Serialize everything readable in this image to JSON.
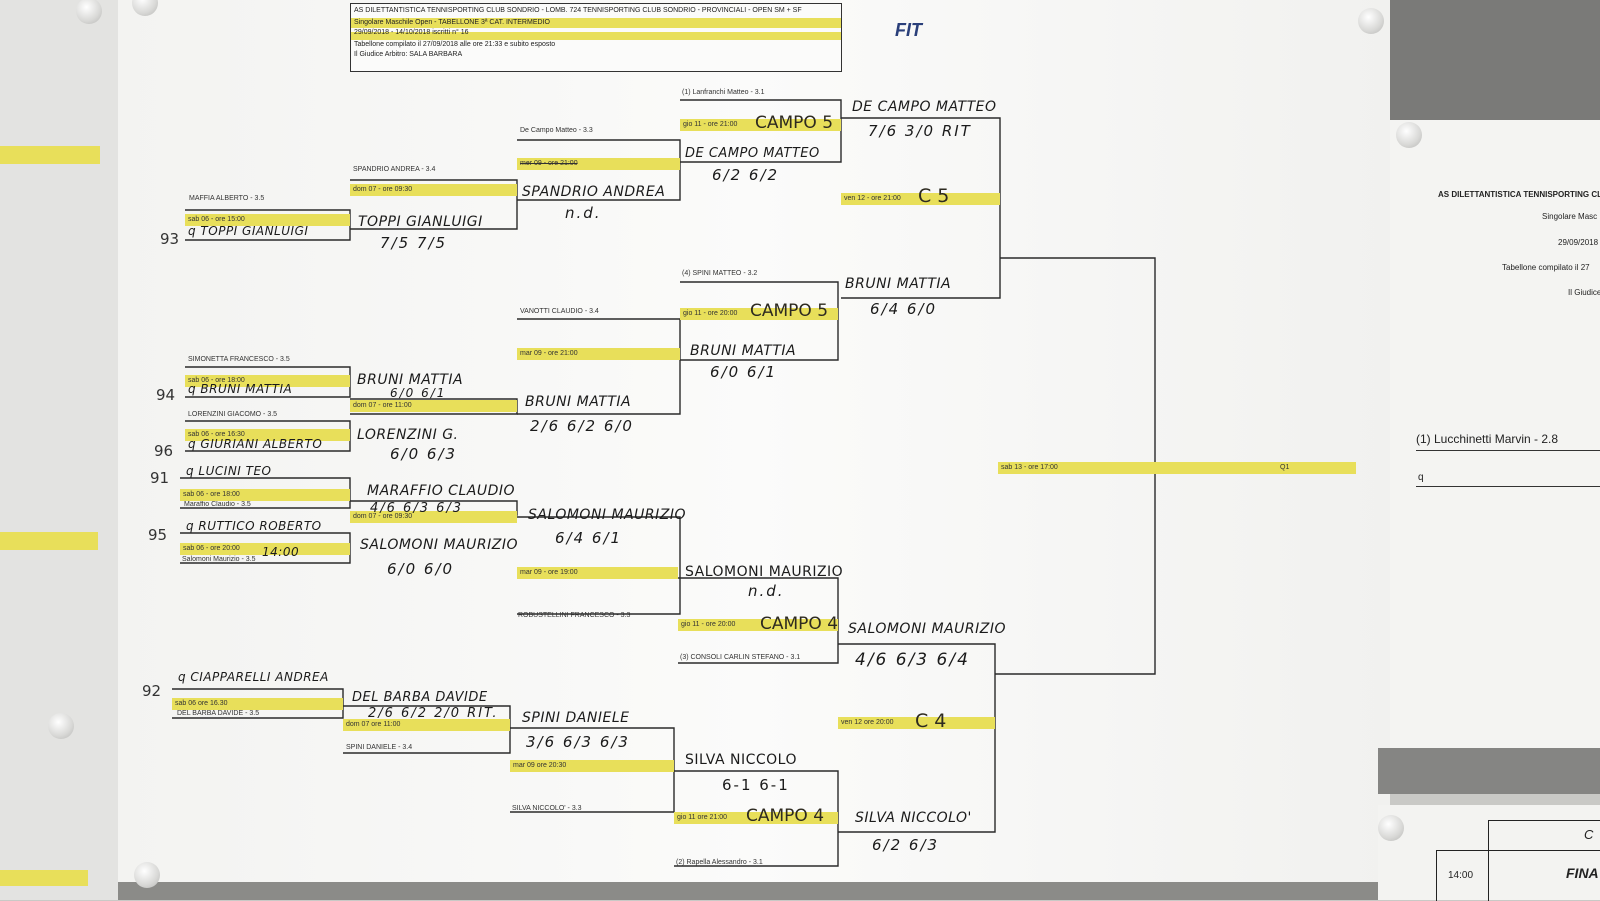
{
  "header": {
    "line1": "AS DILETTANTISTICA TENNISPORTING CLUB SONDRIO - LOMB. 724 TENNISPORTING CLUB SONDRIO - PROVINCIALI - OPEN SM + SF",
    "line2": "Singolare Maschile Open - TABELLONE 3ª CAT. INTERMEDIO",
    "line3": "29/09/2018 - 14/10/2018   iscritti n° 16",
    "line4": "Tabellone compilato il 27/09/2018 alle ore 21:33 e subito esposto",
    "line5": "Il Giudice Arbitro: SALA BARBARA",
    "logo": "FIT"
  },
  "side_sheet": {
    "title": "AS DILETTANTISTICA TENNISPORTING CLUB",
    "sub": "Singolare Masc",
    "date": "29/09/2018",
    "compiled": "Tabellone compilato il 27",
    "judge": "Il Giudice",
    "player": "(1) Lucchinetti Marvin - 2.8",
    "q": "q"
  },
  "bottom_sheet": {
    "time": "14:00",
    "label": "FINA",
    "corner": "C"
  },
  "final": {
    "schedule": "sab 13 - ore 17:00",
    "label": "Q1"
  },
  "printed": {
    "p1": "MAFFIA ALBERTO - 3.5",
    "p2": "SPANDRIO ANDREA - 3.4",
    "p3": "De Campo Matteo - 3.3",
    "p4": "(1) Lanfranchi Matteo - 3.1",
    "p5": "(4) SPINI MATTEO - 3.2",
    "p6": "VANOTTI CLAUDIO - 3.4",
    "p7": "SIMONETTA FRANCESCO - 3.5",
    "p8": "LORENZINI GIACOMO - 3.5",
    "p9": "Maraffio Claudio - 3.5",
    "p10": "Salomoni Maurizio - 3.5",
    "p11": "ROBUSTELLINI FRANCESCO - 3.3",
    "p12": "(3) CONSOLI CARLIN STEFANO - 3.1",
    "p13": "DEL BARBA DAVIDE - 3.5",
    "p14": "SPINI DANIELE - 3.4",
    "p15": "SILVA NICCOLO' - 3.3",
    "p16": "(2) Rapella Alessandro - 3.1"
  },
  "schedules": {
    "s1": "sab 06 - ore 15:00",
    "s2": "dom 07 - ore 09:30",
    "s3": "mer 09 - ore 21:00",
    "s4": "gio 11 - ore 21:00",
    "s5": "ven 12 - ore 21:00",
    "s6": "gio 11 - ore 20:00",
    "s7": "mar 09 - ore 21:00",
    "s8": "sab 06 - ore 18:00",
    "s9": "dom 07 - ore 11:00",
    "s10": "sab 06 - ore 16:30",
    "s11": "sab 06 - ore 18:00",
    "s12": "dom 07 - ore 09:30",
    "s13": "sab 06 - ore 20:00",
    "s14": "mar 09 - ore 19:00",
    "s15": "gio 11 - ore 20:00",
    "s16": "ven 12 ore 20:00",
    "s17": "sab 06 ore 16.30",
    "s18": "dom 07 ore 11:00",
    "s19": "mar 09 ore 20:30",
    "s20": "gio 11 ore 21:00"
  },
  "handwritten": {
    "h1": "q TOPPI GIANLUIGI",
    "h2": "TOPPI GIANLUIGI",
    "h3": "7/5  7/5",
    "h4": "SPANDRIO ANDREA",
    "h5": "n.d.",
    "h6": "DE CAMPO MATTEO",
    "h7": "6/2  6/2",
    "h8": "DE CAMPO MATTEO",
    "h9": "7/6  3/0 RIT",
    "h10": "q BRUNI MATTIA",
    "h11": "BRUNI MATTIA",
    "h12": "6/0  6/1",
    "h13": "q GIURIANI ALBERTO",
    "h14": "LORENZINI G.",
    "h15": "6/0  6/3",
    "h16": "BRUNI MATTIA",
    "h17": "2/6  6/2  6/0",
    "h18": "BRUNI MATTIA",
    "h19": "6/0  6/1",
    "h20": "BRUNI MATTIA",
    "h21": "6/4  6/0",
    "h22": "q LUCINI TEO",
    "h23": "MARAFFIO CLAUDIO",
    "h24": "4/6  6/3 6/3",
    "h25": "q RUTTICO ROBERTO",
    "h26": "SALOMONI MAURIZIO",
    "h27": "6/0  6/0",
    "h28": "SALOMONI MAURIZIO",
    "h29": "6/4  6/1",
    "h30": "SALOMONI MAURIZIO",
    "h31": "n.d.",
    "h32": "SALOMONI MAURIZIO",
    "h33": "4/6  6/3  6/4",
    "h34": "q CIAPPARELLI ANDREA",
    "h35": "DEL BARBA DAVIDE",
    "h36": "2/6  6/2  2/0 RIT.",
    "h37": "SPINI DANIELE",
    "h38": "3/6  6/3  6/3",
    "h39": "SILVA NICCOLO",
    "h40": "6-1  6-1",
    "h41": "SILVA NICCOLO'",
    "h42": "6/2  6/3",
    "h43": "14:00"
  },
  "seeds": {
    "n93": "93",
    "n94": "94",
    "n96": "96",
    "n91": "91",
    "n95": "95",
    "n92": "92"
  },
  "courts": {
    "c1": "CAMPO 5",
    "c2": "C 5",
    "c3": "CAMPO 5",
    "c4": "CAMPO 4",
    "c5": "C 4",
    "c6": "CAMPO 4"
  },
  "colors": {
    "highlight": "#e8df5a",
    "ink": "#1b1b1b",
    "paper": "#fbfbfa"
  }
}
